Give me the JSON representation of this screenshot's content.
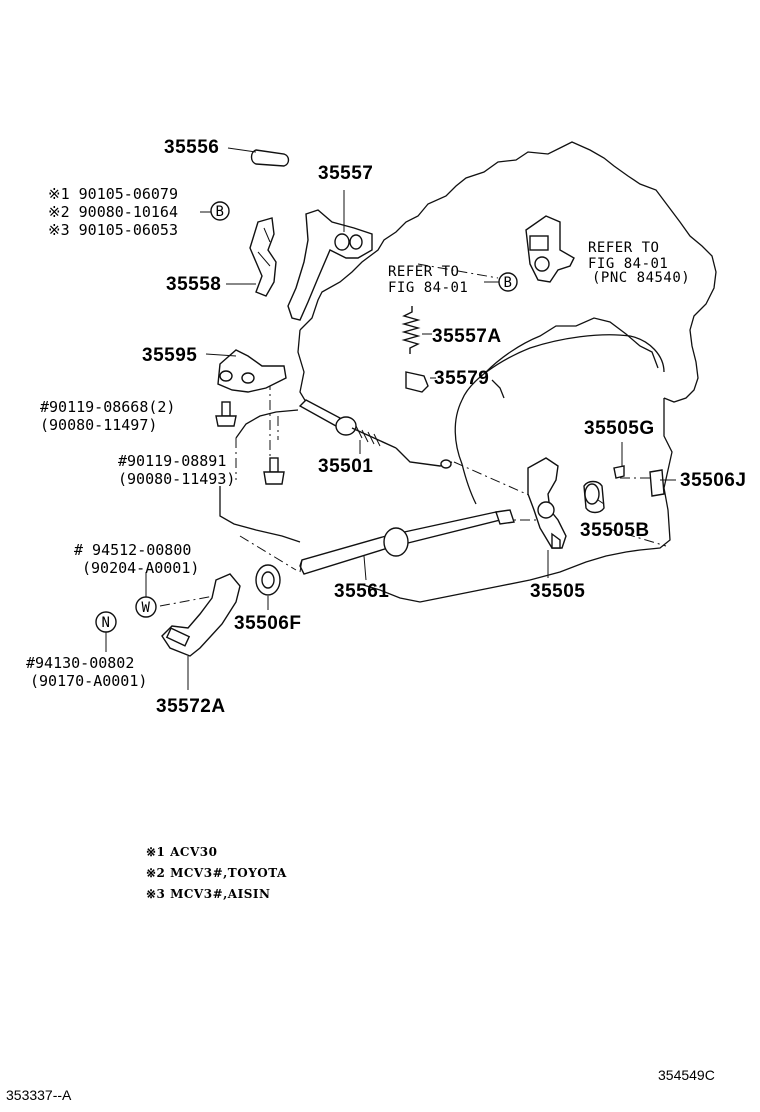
{
  "parts": {
    "p35556": "35556",
    "p35557": "35557",
    "p35558": "35558",
    "p35595": "35595",
    "p35557A": "35557A",
    "p35579": "35579",
    "p35501": "35501",
    "p35505G": "35505G",
    "p35506J": "35506J",
    "p35505B": "35505B",
    "p35505": "35505",
    "p35561": "35561",
    "p35506F": "35506F",
    "p35572A": "35572A"
  },
  "alt_numbers": {
    "a1": "※1 90105-06079",
    "a2": "※2 90080-10164",
    "a3": "※3 90105-06053",
    "b1": "#90119-08668(2)",
    "b2": "(90080-11497)",
    "c1": "#90119-08891",
    "c2": "(90080-11493)",
    "d1": "# 94512-00800",
    "d2": "(90204-A0001)",
    "e1": "#94130-00802",
    "e2": "(90170-A0001)"
  },
  "circle_marks": {
    "b_a": "B",
    "b_b": "B",
    "w": "W",
    "n": "N"
  },
  "refers": {
    "r1_line1": "REFER TO",
    "r1_line2": "FIG 84-01",
    "r1_line3": "(PNC 84540)",
    "r2_line1": "REFER TO",
    "r2_line2": "FIG 84-01"
  },
  "notes": {
    "n1": "※1 ACV30",
    "n2": "※2 MCV3#,TOYOTA",
    "n3": "※3 MCV3#,AISIN"
  },
  "codes": {
    "bottom_left": "353337--A",
    "bottom_right": "354549C"
  }
}
